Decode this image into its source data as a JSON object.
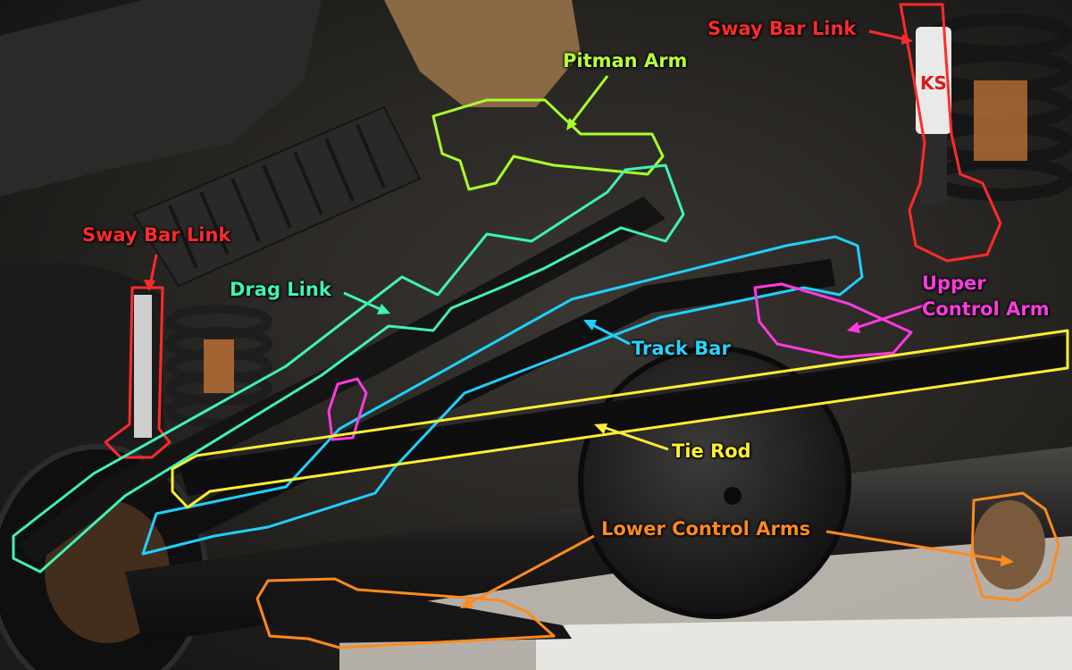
{
  "labels": {
    "sway_bar_link_right": "Sway Bar Link",
    "sway_bar_link_left": "Sway Bar Link",
    "pitman_arm": "Pitman Arm",
    "drag_link": "Drag Link",
    "upper_control_arm_line1": "Upper",
    "upper_control_arm_line2": "Control Arm",
    "track_bar": "Track Bar",
    "tie_rod": "Tie Rod",
    "lower_control_arms": "Lower Control Arms",
    "shock_brand": "KS"
  },
  "colors": {
    "sway_bar_link": "#ff2b2b",
    "pitman_arm": "#b8ff3a",
    "drag_link": "#3ff2b8",
    "track_bar": "#27d4ff",
    "upper_control_arm": "#ff3ae0",
    "tie_rod": "#ffee33",
    "lower_control_arms": "#ff8a1e"
  }
}
